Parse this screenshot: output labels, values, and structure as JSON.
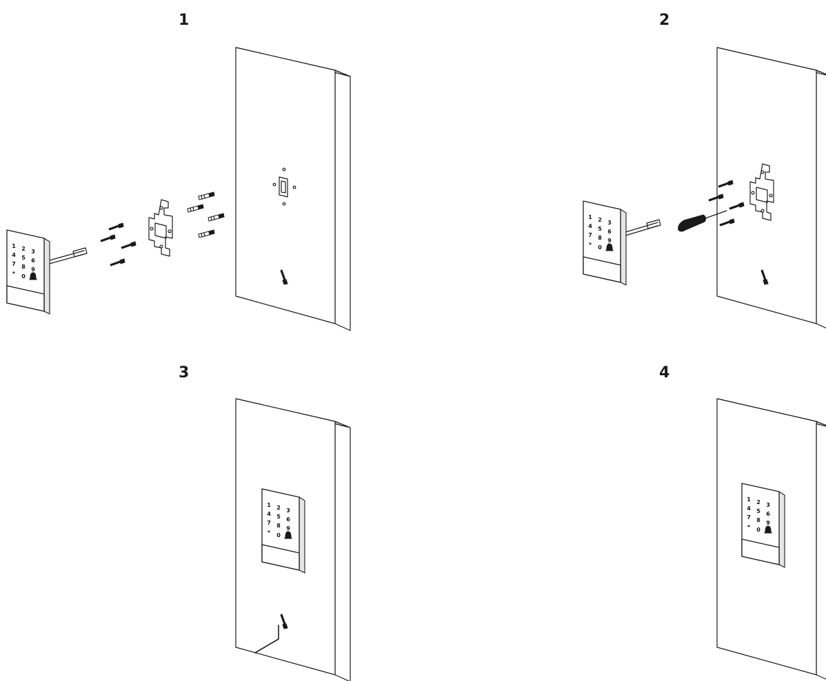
{
  "steps": [
    {
      "number": "1"
    },
    {
      "number": "2"
    },
    {
      "number": "3"
    },
    {
      "number": "4"
    }
  ],
  "keypad": {
    "keys": [
      "1",
      "2",
      "3",
      "4",
      "5",
      "6",
      "7",
      "8",
      "9",
      "*",
      "0"
    ]
  },
  "icons": [
    "wall-icon",
    "keypad-device-icon",
    "mounting-bracket-icon",
    "screw-icon",
    "wall-anchor-icon",
    "screwdriver-icon",
    "allen-key-icon",
    "bell-icon"
  ],
  "colors": {
    "line": "#1a1a1a",
    "background": "#ffffff"
  }
}
